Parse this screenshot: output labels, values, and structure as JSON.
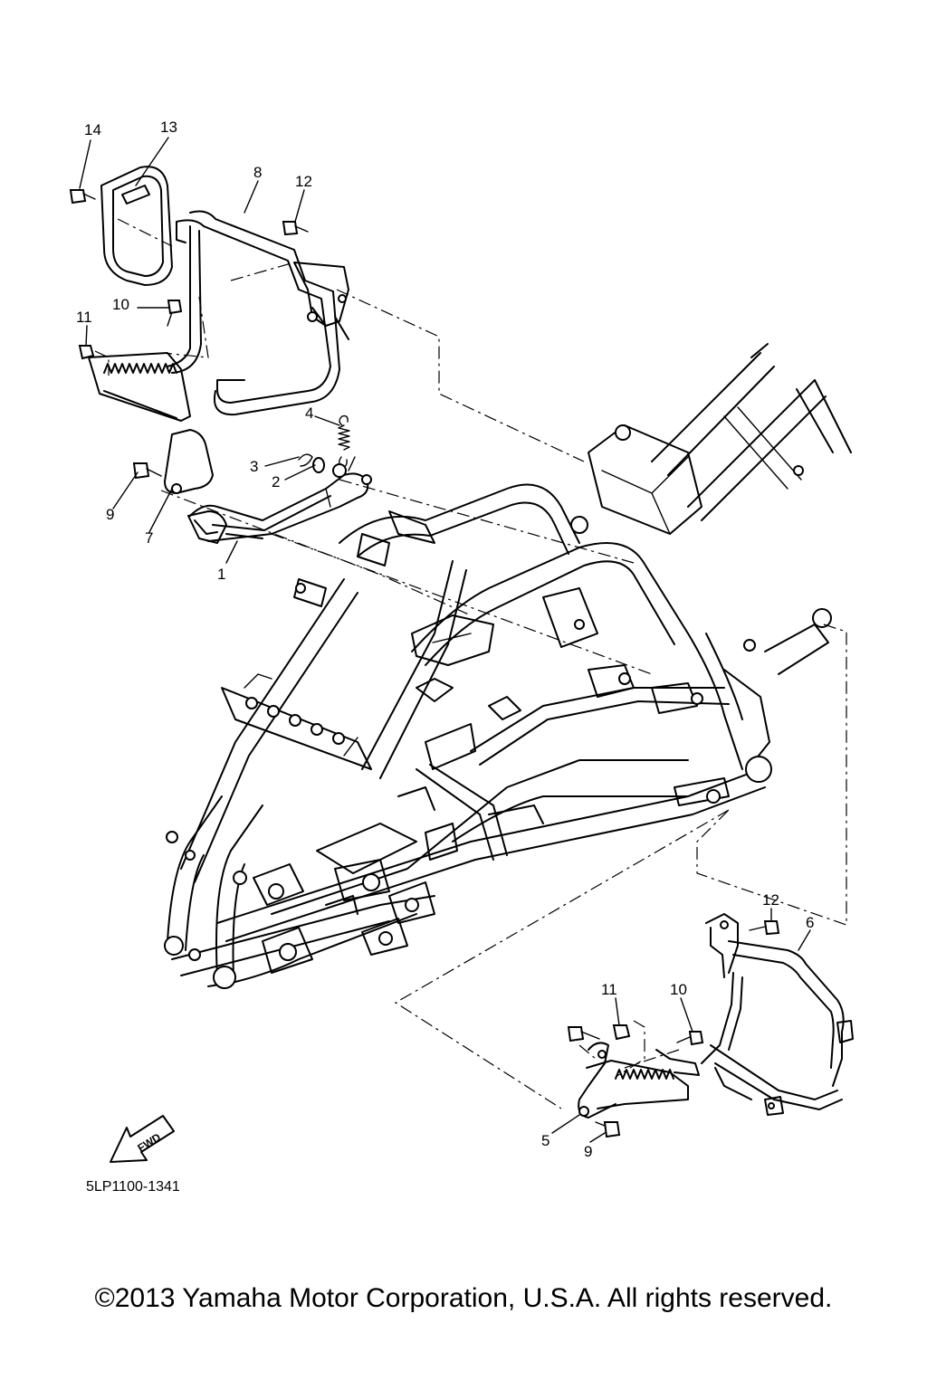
{
  "diagram": {
    "drawing_code": "5LP1100-1341",
    "direction_label": "FWD",
    "callouts": {
      "n1": "1",
      "n2": "2",
      "n3": "3",
      "n4": "4",
      "n5": "5",
      "n6": "6",
      "n7": "7",
      "n8": "8",
      "n9a": "9",
      "n9b": "9",
      "n10a": "10",
      "n10b": "10",
      "n11a": "11",
      "n11b": "11",
      "n12a": "12",
      "n12b": "12",
      "n13": "13",
      "n14": "14"
    }
  },
  "footer": {
    "copyright": "©2013 Yamaha Motor Corporation, U.S.A. All rights reserved."
  }
}
